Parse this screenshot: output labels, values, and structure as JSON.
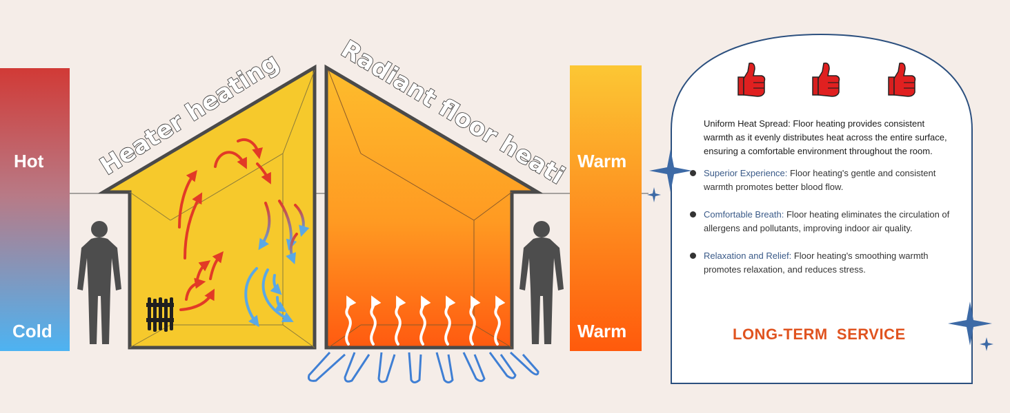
{
  "left_bar": {
    "top_label": "Hot",
    "bottom_label": "Cold",
    "top_color": "#d13a36",
    "bottom_color": "#4db3f2"
  },
  "right_bar": {
    "top_label": "Warm",
    "bottom_label": "Warm",
    "top_color": "#fcc734",
    "bottom_color": "#ff5a0c"
  },
  "left_house": {
    "title": "Heater heating",
    "fill": "#f6c92c"
  },
  "right_house": {
    "title": "Radiant floor heating",
    "fill_top": "#fdbd2d",
    "fill_bottom": "#ff5a10"
  },
  "panel": {
    "intro": "Uniform Heat Spread: Floor heating provides consistent warmth as it evenly distributes heat across the entire surface, ensuring a comfortable environment throughout the room.",
    "benefits": [
      {
        "title": "Superior Experience:",
        "text": " Floor heating's gentle and consistent warmth promotes better blood flow."
      },
      {
        "title": "Comfortable Breath:",
        "text": " Floor heating eliminates the circulation of allergens and pollutants, improving indoor air quality."
      },
      {
        "title": "Relaxation and Relief:",
        "text": " Floor heating's smoothing warmth promotes relaxation, and reduces stress."
      }
    ],
    "footer": "LONG-TERM  SERVICE",
    "thumbs_icons": [
      "thumbs-up-icon",
      "thumbs-up-icon",
      "thumbs-up-icon"
    ],
    "border_color": "#2b4f7e",
    "accent_color": "#e0531f"
  },
  "colors": {
    "warm_arrow": "#e23a26",
    "cool_arrow": "#5aa8e6",
    "sparkle": "#3d6aa6",
    "person": "#4d4d4d"
  }
}
